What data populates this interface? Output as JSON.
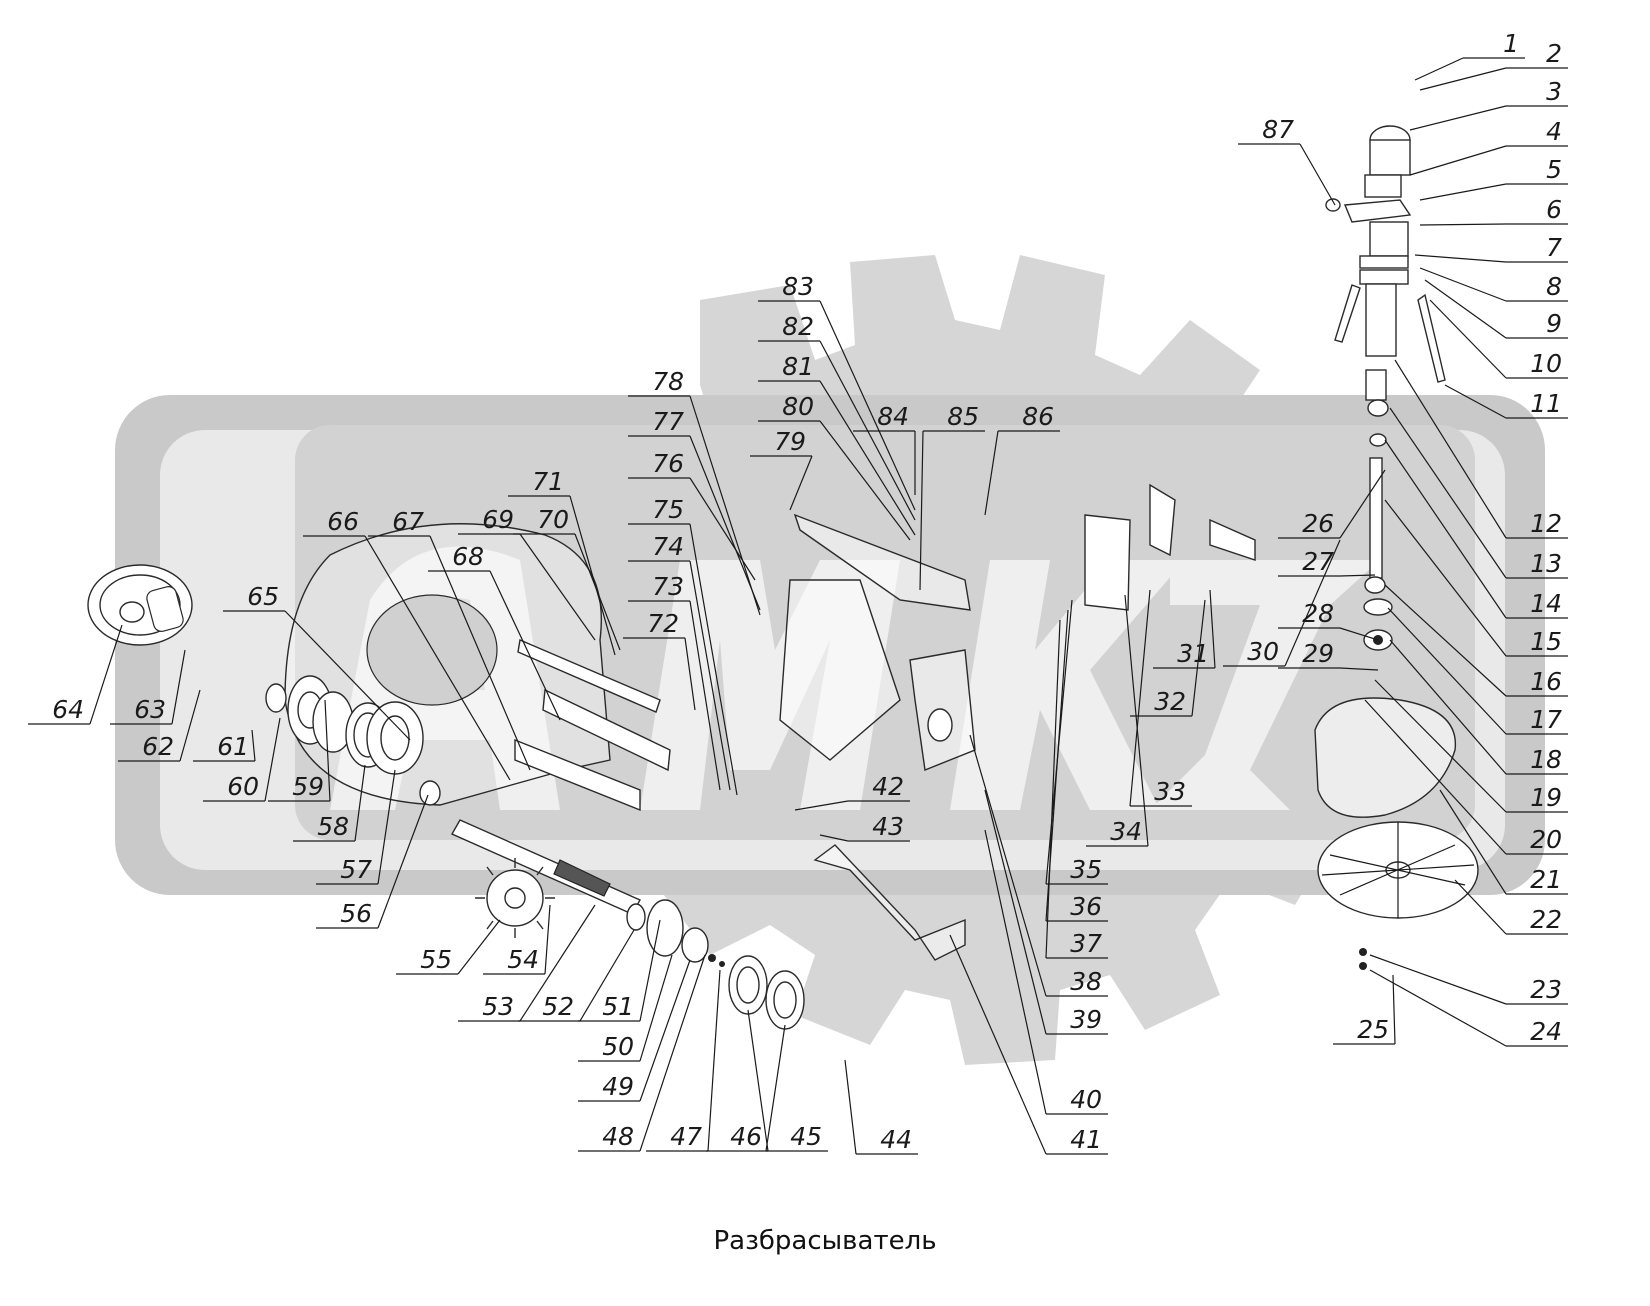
{
  "title": "Разбрасыватель",
  "callouts": [
    "1",
    "2",
    "3",
    "4",
    "5",
    "6",
    "7",
    "8",
    "9",
    "10",
    "11",
    "12",
    "13",
    "14",
    "15",
    "16",
    "17",
    "18",
    "19",
    "20",
    "21",
    "22",
    "23",
    "24",
    "25",
    "26",
    "27",
    "28",
    "29",
    "30",
    "31",
    "32",
    "33",
    "34",
    "35",
    "36",
    "37",
    "38",
    "39",
    "40",
    "41",
    "42",
    "43",
    "44",
    "45",
    "46",
    "47",
    "48",
    "49",
    "50",
    "51",
    "52",
    "53",
    "54",
    "55",
    "56",
    "57",
    "58",
    "59",
    "60",
    "61",
    "62",
    "63",
    "64",
    "65",
    "66",
    "67",
    "68",
    "69",
    "70",
    "71",
    "72",
    "73",
    "74",
    "75",
    "76",
    "77",
    "78",
    "79",
    "80",
    "81",
    "82",
    "83",
    "84",
    "85",
    "86",
    "87"
  ],
  "watermark": {
    "color": "#d3d3d3",
    "inner": "#ededed"
  }
}
